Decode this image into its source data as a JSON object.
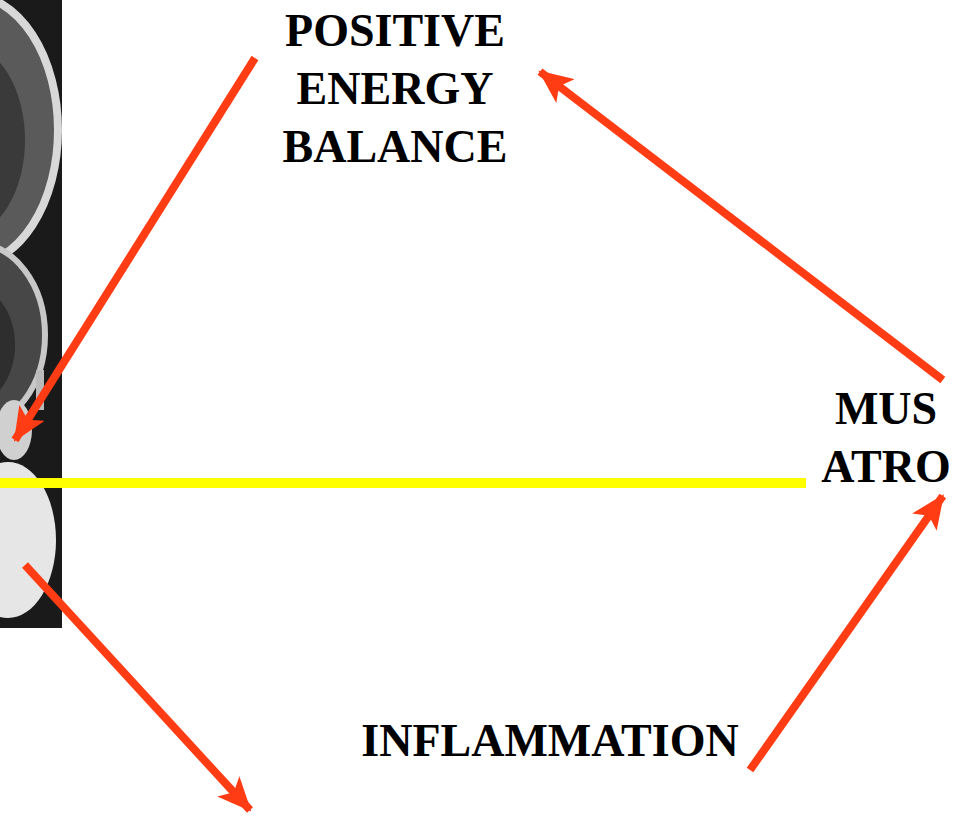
{
  "diagram": {
    "nodes": [
      {
        "text": [
          "POSITIVE ENERGY BALANCE"
        ]
      },
      {
        "text": [
          "MUS ATRO"
        ]
      },
      {
        "text": [
          "INFLAMMATION"
        ]
      }
    ],
    "edges": [
      {
        "from": 2,
        "to": 1,
        "arrow": "to"
      },
      {
        "from": 1,
        "to": 0,
        "arrow": "to"
      }
    ]
  }
}
